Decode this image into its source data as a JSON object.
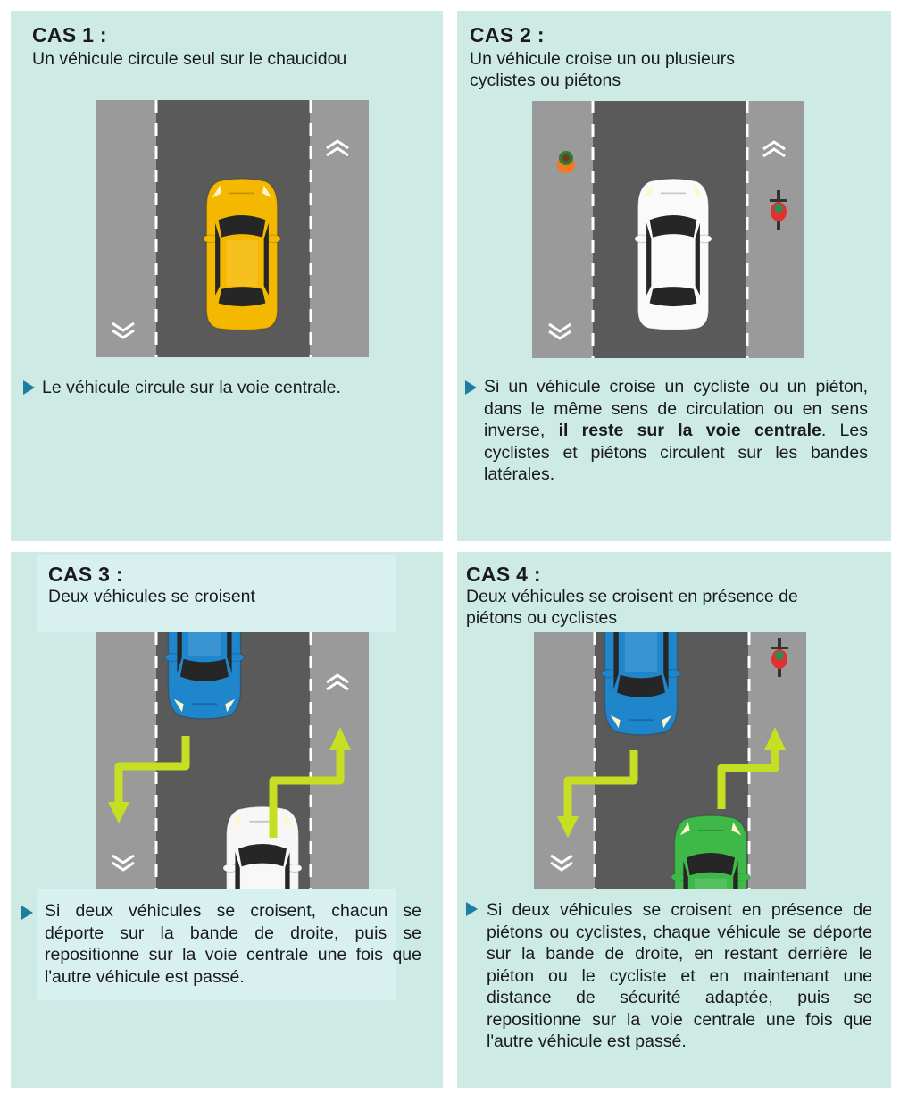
{
  "colors": {
    "panel": "#cdeae4",
    "highlight": "#d9f0f1",
    "road_center": "#5a5a5a",
    "road_side": "#9a9a9a",
    "arrow_green": "#c6df23",
    "bullet": "#1d7fa0"
  },
  "panels": [
    {
      "title": "CAS 1 :",
      "subtitle": "Un véhicule circule seul sur le chaucidou",
      "description": "Le véhicule circule sur la voie centrale.",
      "cars": [
        "yellow-car"
      ]
    },
    {
      "title": "CAS 2 :",
      "subtitle": "Un véhicule croise un ou plusieurs cyclistes ou piétons",
      "description_pre": "Si un véhicule croise un cycliste ou un piéton, dans le même sens de circulation ou en sens inverse, ",
      "description_bold": "il reste sur la voie centrale",
      "description_post": ". Les cyclistes et piétons circulent sur les bandes latérales.",
      "cars": [
        "white-car",
        "pedestrian",
        "cyclist"
      ]
    },
    {
      "title": "CAS 3 :",
      "subtitle": "Deux véhicules se croisent",
      "description": "Si deux véhicules se croisent, chacun se déporte sur la bande de droite, puis se repositionne sur la voie centrale une fois que l'autre véhicule est passé.",
      "cars": [
        "blue-car",
        "white-car"
      ]
    },
    {
      "title": "CAS 4 :",
      "subtitle": "Deux véhicules se croisent en présence de piétons ou cyclistes",
      "description": "Si deux véhicules se croisent en présence de piétons ou cyclistes, chaque véhicule se déporte sur la bande de droite, en restant derrière le piéton ou le cycliste et en maintenant une distance de sécurité adaptée, puis se repositionne sur la voie centrale une fois que l'autre véhicule est passé.",
      "cars": [
        "blue-car",
        "green-car",
        "cyclist"
      ]
    }
  ]
}
